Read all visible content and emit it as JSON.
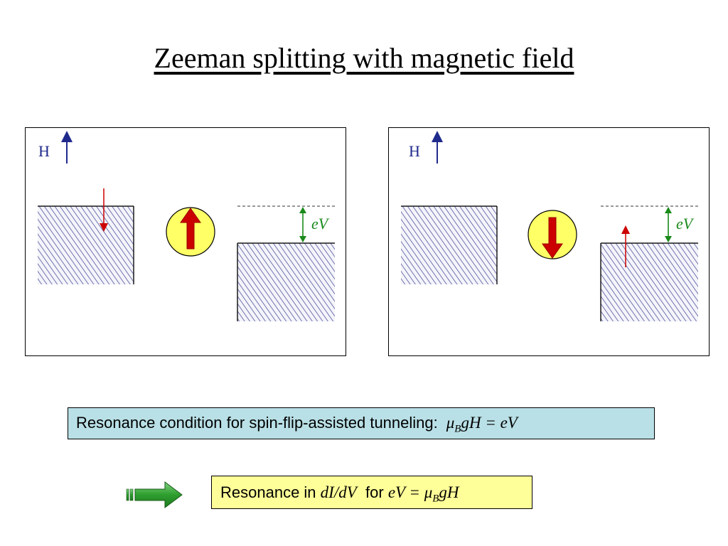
{
  "title": "Zeeman splitting with magnetic field",
  "panels": [
    {
      "field_label": "H",
      "bias_label": "eV",
      "spin": "up",
      "electron_transition": "left-lead-down"
    },
    {
      "field_label": "H",
      "bias_label": "eV",
      "spin": "down",
      "electron_transition": "right-lead-up"
    }
  ],
  "condition": {
    "text": "Resonance condition for spin-flip-assisted tunneling:",
    "mu": "μ",
    "sub": "B",
    "rest": "gH = eV"
  },
  "resonance": {
    "text_before": "Resonance in",
    "quantity": "dI/dV",
    "text_middle": "for",
    "eq_left": "eV = ",
    "mu": "μ",
    "sub": "B",
    "rest": "gH"
  },
  "colors": {
    "field_arrow": "#1f2a8c",
    "bias_arrow": "#1a8a1a",
    "spin_arrow": "#cc0000",
    "spin_circle": "#ffff66",
    "hatch": "#3a3f8f",
    "condition_bg": "#b9e0e6",
    "resonance_bg": "#ffff99",
    "implies_arrow": "#2e9e2e"
  },
  "icons": [
    "field-up-arrow-icon",
    "spin-up-arrow-icon",
    "spin-down-arrow-icon",
    "green-implies-arrow-icon"
  ]
}
